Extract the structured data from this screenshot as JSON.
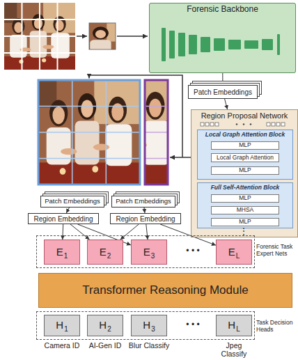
{
  "diagram": {
    "nodes": [
      {
        "text": [
          "Forensic Backbone"
        ]
      },
      {
        "text": [
          "Patch Embeddings"
        ]
      },
      {
        "text": [
          "Region Proposal Network"
        ]
      },
      {
        "text": [
          "Local Graph Attention Block"
        ],
        "in": 2
      },
      {
        "text": [
          "MLP"
        ],
        "in": 3
      },
      {
        "text": [
          "Local Graph Attention"
        ],
        "in": 3
      },
      {
        "text": [
          "MLP"
        ],
        "in": 3
      },
      {
        "text": [
          "Full Self-Attention Block"
        ],
        "in": 2
      },
      {
        "text": [
          "MLP"
        ],
        "in": 7
      },
      {
        "text": [
          "MHSA"
        ],
        "in": 7
      },
      {
        "text": [
          "MLP"
        ],
        "in": 7
      },
      {
        "text": [
          "Patch Embeddings"
        ]
      },
      {
        "text": [
          "Patch Embeddings"
        ]
      },
      {
        "text": [
          "Region Embedding"
        ]
      },
      {
        "text": [
          "Region Embedding"
        ]
      },
      {
        "text": [
          "Forensic Task Expert Nets"
        ]
      },
      {
        "text": [
          "E",
          "1"
        ],
        "in": 15
      },
      {
        "text": [
          "E",
          "2"
        ],
        "in": 15
      },
      {
        "text": [
          "E",
          "3"
        ],
        "in": 15
      },
      {
        "text": [
          "E",
          "L"
        ],
        "in": 15
      },
      {
        "text": [
          "Transformer Reasoning Module"
        ]
      },
      {
        "text": [
          "Task Decision Heads"
        ]
      },
      {
        "text": [
          "H",
          "1"
        ],
        "in": 21
      },
      {
        "text": [
          "H",
          "2"
        ],
        "in": 21
      },
      {
        "text": [
          "H",
          "3"
        ],
        "in": 21
      },
      {
        "text": [
          "H",
          "L"
        ],
        "in": 21
      }
    ],
    "edges": [
      {
        "from": 0,
        "to": 1,
        "arrow": "to"
      },
      {
        "from": 1,
        "to": 2,
        "arrow": "to"
      },
      {
        "from": 4,
        "to": 5,
        "arrow": "to"
      },
      {
        "from": 5,
        "to": 6,
        "arrow": "to"
      },
      {
        "from": 8,
        "to": 9,
        "arrow": "to"
      },
      {
        "from": 9,
        "to": 10,
        "arrow": "to"
      },
      {
        "from": 11,
        "to": 13,
        "arrow": "to"
      },
      {
        "from": 12,
        "to": 14,
        "arrow": "to"
      },
      {
        "from": 13,
        "to": 16,
        "arrow": "to"
      },
      {
        "from": 13,
        "to": 17,
        "arrow": "to"
      },
      {
        "from": 13,
        "to": 18,
        "arrow": "to"
      },
      {
        "from": 14,
        "to": 17,
        "arrow": "to"
      },
      {
        "from": 14,
        "to": 18,
        "arrow": "to"
      },
      {
        "from": 14,
        "to": 19,
        "arrow": "to"
      }
    ],
    "labels": [
      "⋮",
      "• • •",
      "• • •",
      "Camera ID",
      "AI-Gen ID",
      "Blur Classify",
      "Jpeg Classify"
    ]
  }
}
